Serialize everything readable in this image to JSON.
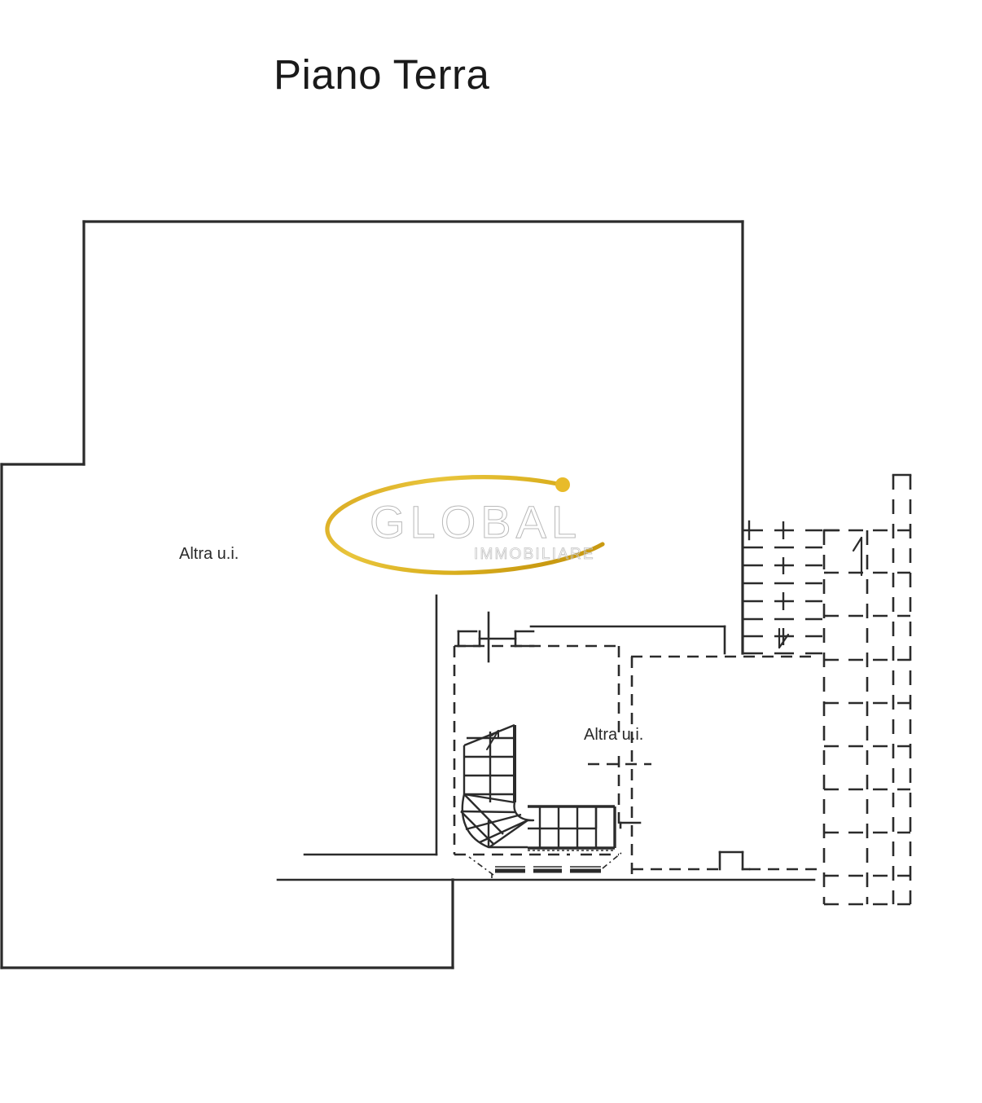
{
  "document": {
    "type": "floor-plan",
    "title": "Piano Terra"
  },
  "labels": {
    "altra_ui_left": "Altra u.i.",
    "altra_ui_right": "Altra u.i."
  },
  "watermark": {
    "brand": "GLOBAL",
    "tagline": "IMMOBILIARE",
    "swoosh_color": "#e0b422",
    "dot_color": "#e8bb2a",
    "text_color": "#bdbdbd"
  },
  "colors": {
    "wall_solid": "#2b2b2b",
    "wall_dashed": "#2b2b2b",
    "background": "#ffffff",
    "title": "#1a1a1a"
  },
  "plan_features": {
    "outline_description": "Stepped polygonal building perimeter, solid heavy lines",
    "staircase": "L-shaped winder staircase with straight upper flight, curved winder treads and lower straight flight",
    "dashed_zones": "Adjacent unit (altra unita immobiliare) drawn in dashed lines at right and below",
    "right_grid": "Dashed stair / external stair grid on the right side",
    "direction_arrows": 3
  }
}
